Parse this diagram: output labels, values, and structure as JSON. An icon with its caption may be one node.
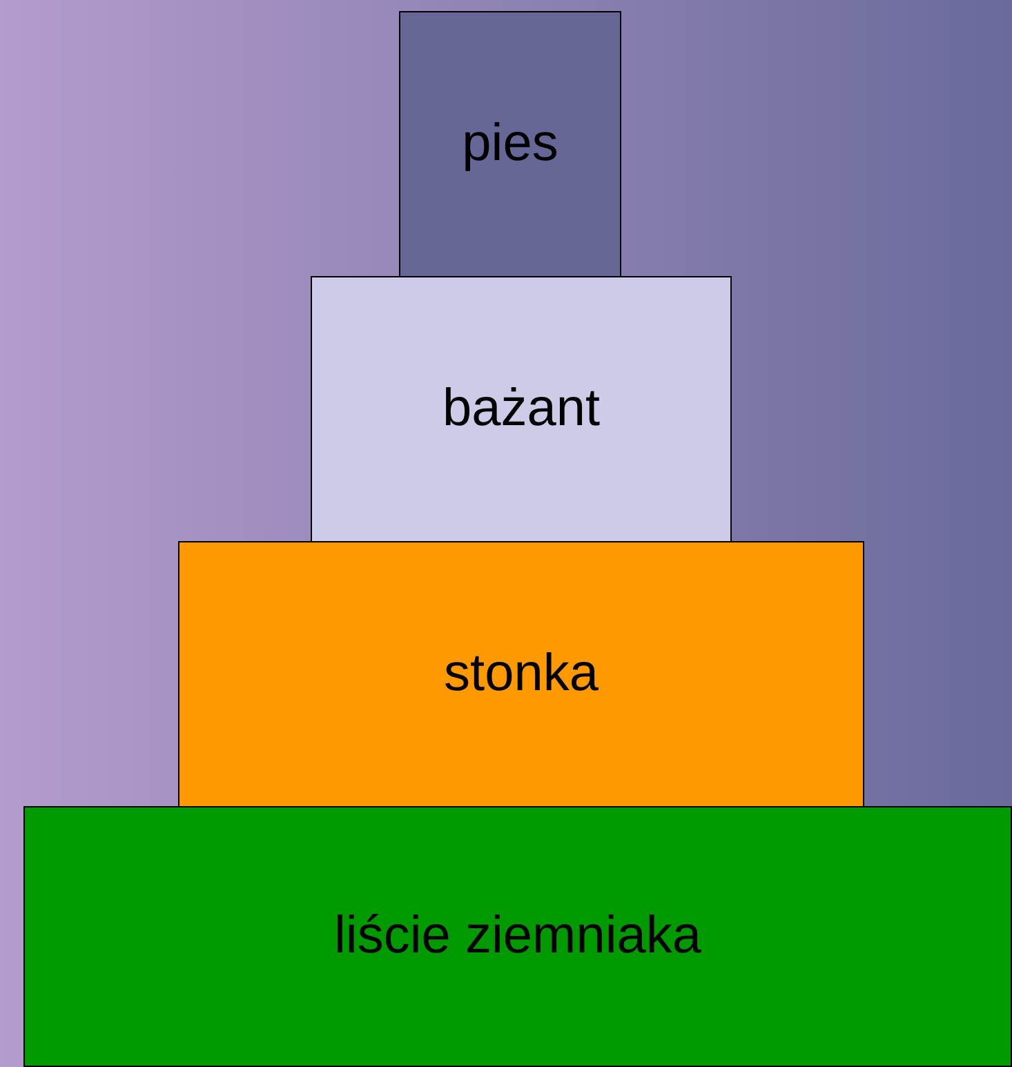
{
  "diagram": {
    "nodes": [
      {
        "text": [
          "pies"
        ]
      },
      {
        "text": [
          "bażant"
        ]
      },
      {
        "text": [
          "stonka"
        ]
      },
      {
        "text": [
          "liście ziemniaka"
        ]
      }
    ]
  }
}
